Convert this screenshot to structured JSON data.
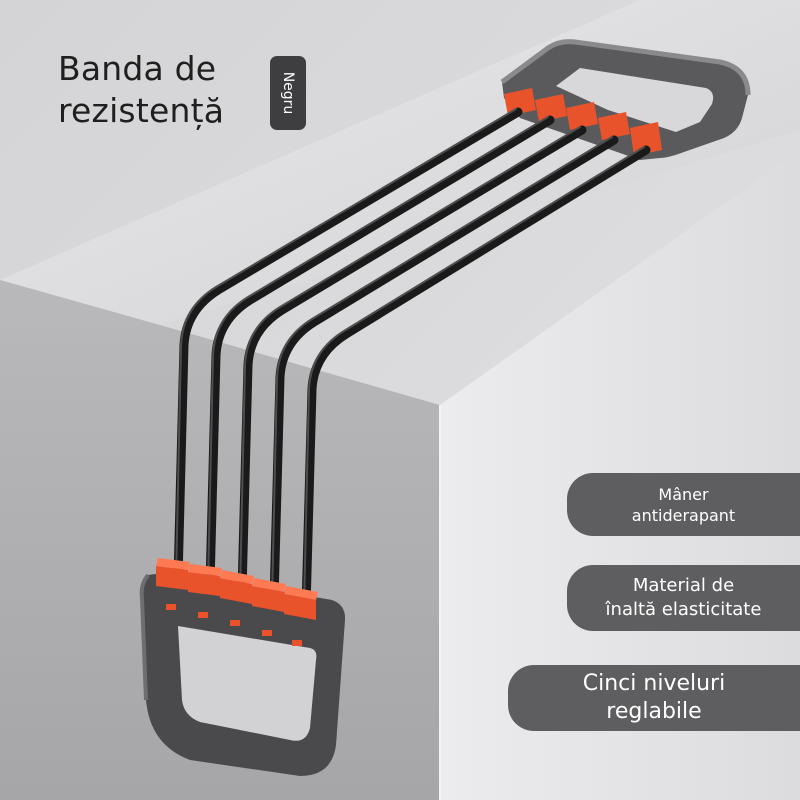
{
  "product_title": {
    "line1": "Banda de",
    "line2": "rezistență"
  },
  "color_tag": "Negru",
  "features": [
    {
      "line1": "Mâner",
      "line2": "antiderapant"
    },
    {
      "line1": "Material de",
      "line2": "înaltă elasticitate"
    },
    {
      "line1": "Cinci niveluri",
      "line2": "reglabile"
    }
  ],
  "colors": {
    "accent": "#e8532b",
    "handle": "#4a4a4c",
    "handle_light": "#8f8f91",
    "spring": "#1a1a1a",
    "badge": "#5e5e60",
    "background": "#d9d9db"
  },
  "icons": [
    "chest-expander-illustration"
  ]
}
